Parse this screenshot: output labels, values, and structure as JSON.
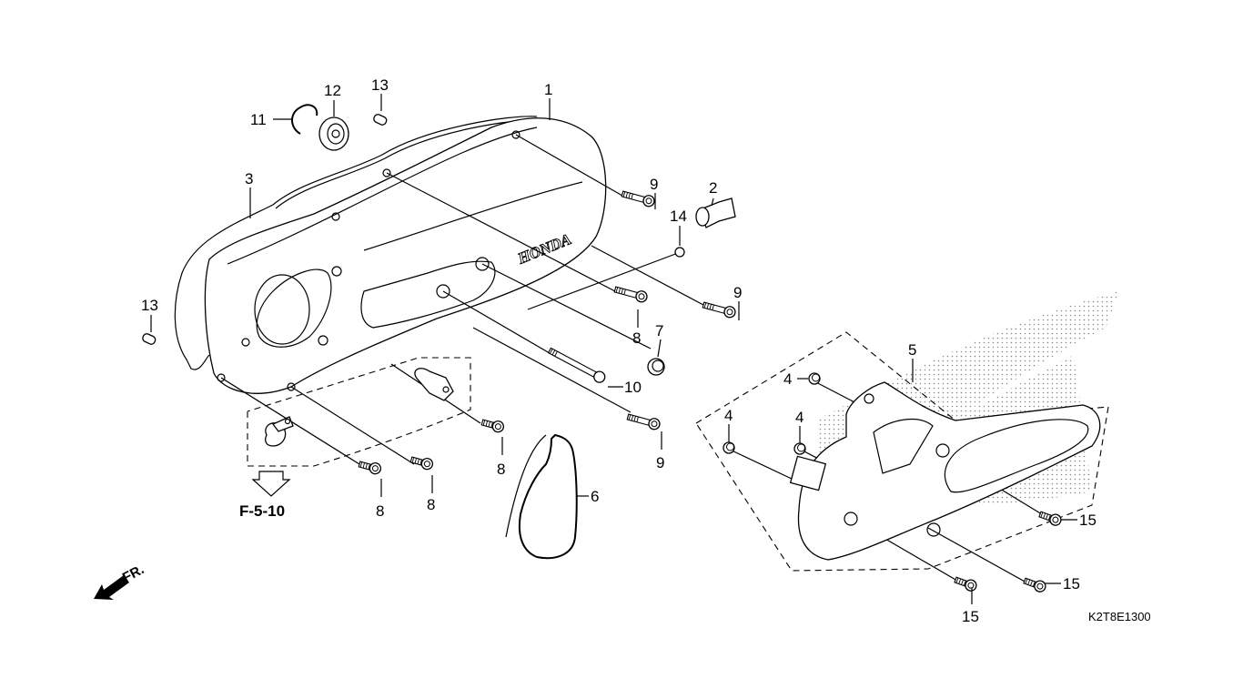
{
  "diagram": {
    "title": "Left crankcase cover exploded view",
    "brand_mark": "HONDA",
    "reference_link": "F-5-10",
    "front_indicator": "FR.",
    "drawing_code": "K2T8E1300",
    "callouts": [
      {
        "id": "c1",
        "text": "1"
      },
      {
        "id": "c2",
        "text": "2"
      },
      {
        "id": "c3",
        "text": "3"
      },
      {
        "id": "c4a",
        "text": "4"
      },
      {
        "id": "c4b",
        "text": "4"
      },
      {
        "id": "c4c",
        "text": "4"
      },
      {
        "id": "c5",
        "text": "5"
      },
      {
        "id": "c6",
        "text": "6"
      },
      {
        "id": "c7",
        "text": "7"
      },
      {
        "id": "c8a",
        "text": "8"
      },
      {
        "id": "c8b",
        "text": "8"
      },
      {
        "id": "c8c",
        "text": "8"
      },
      {
        "id": "c8d",
        "text": "8"
      },
      {
        "id": "c9a",
        "text": "9"
      },
      {
        "id": "c9b",
        "text": "9"
      },
      {
        "id": "c9c",
        "text": "9"
      },
      {
        "id": "c10",
        "text": "10"
      },
      {
        "id": "c11",
        "text": "11"
      },
      {
        "id": "c12",
        "text": "12"
      },
      {
        "id": "c13a",
        "text": "13"
      },
      {
        "id": "c13b",
        "text": "13"
      },
      {
        "id": "c14",
        "text": "14"
      },
      {
        "id": "c15a",
        "text": "15"
      },
      {
        "id": "c15b",
        "text": "15"
      },
      {
        "id": "c15c",
        "text": "15"
      }
    ]
  }
}
